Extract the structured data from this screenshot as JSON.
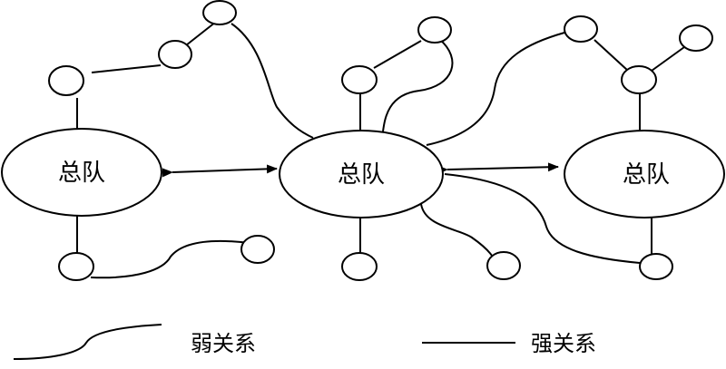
{
  "diagram": {
    "hubs": [
      {
        "label": "总队"
      },
      {
        "label": "总队"
      },
      {
        "label": "总队"
      }
    ],
    "legend": {
      "weak_label": "弱关系",
      "strong_label": "强关系"
    }
  }
}
